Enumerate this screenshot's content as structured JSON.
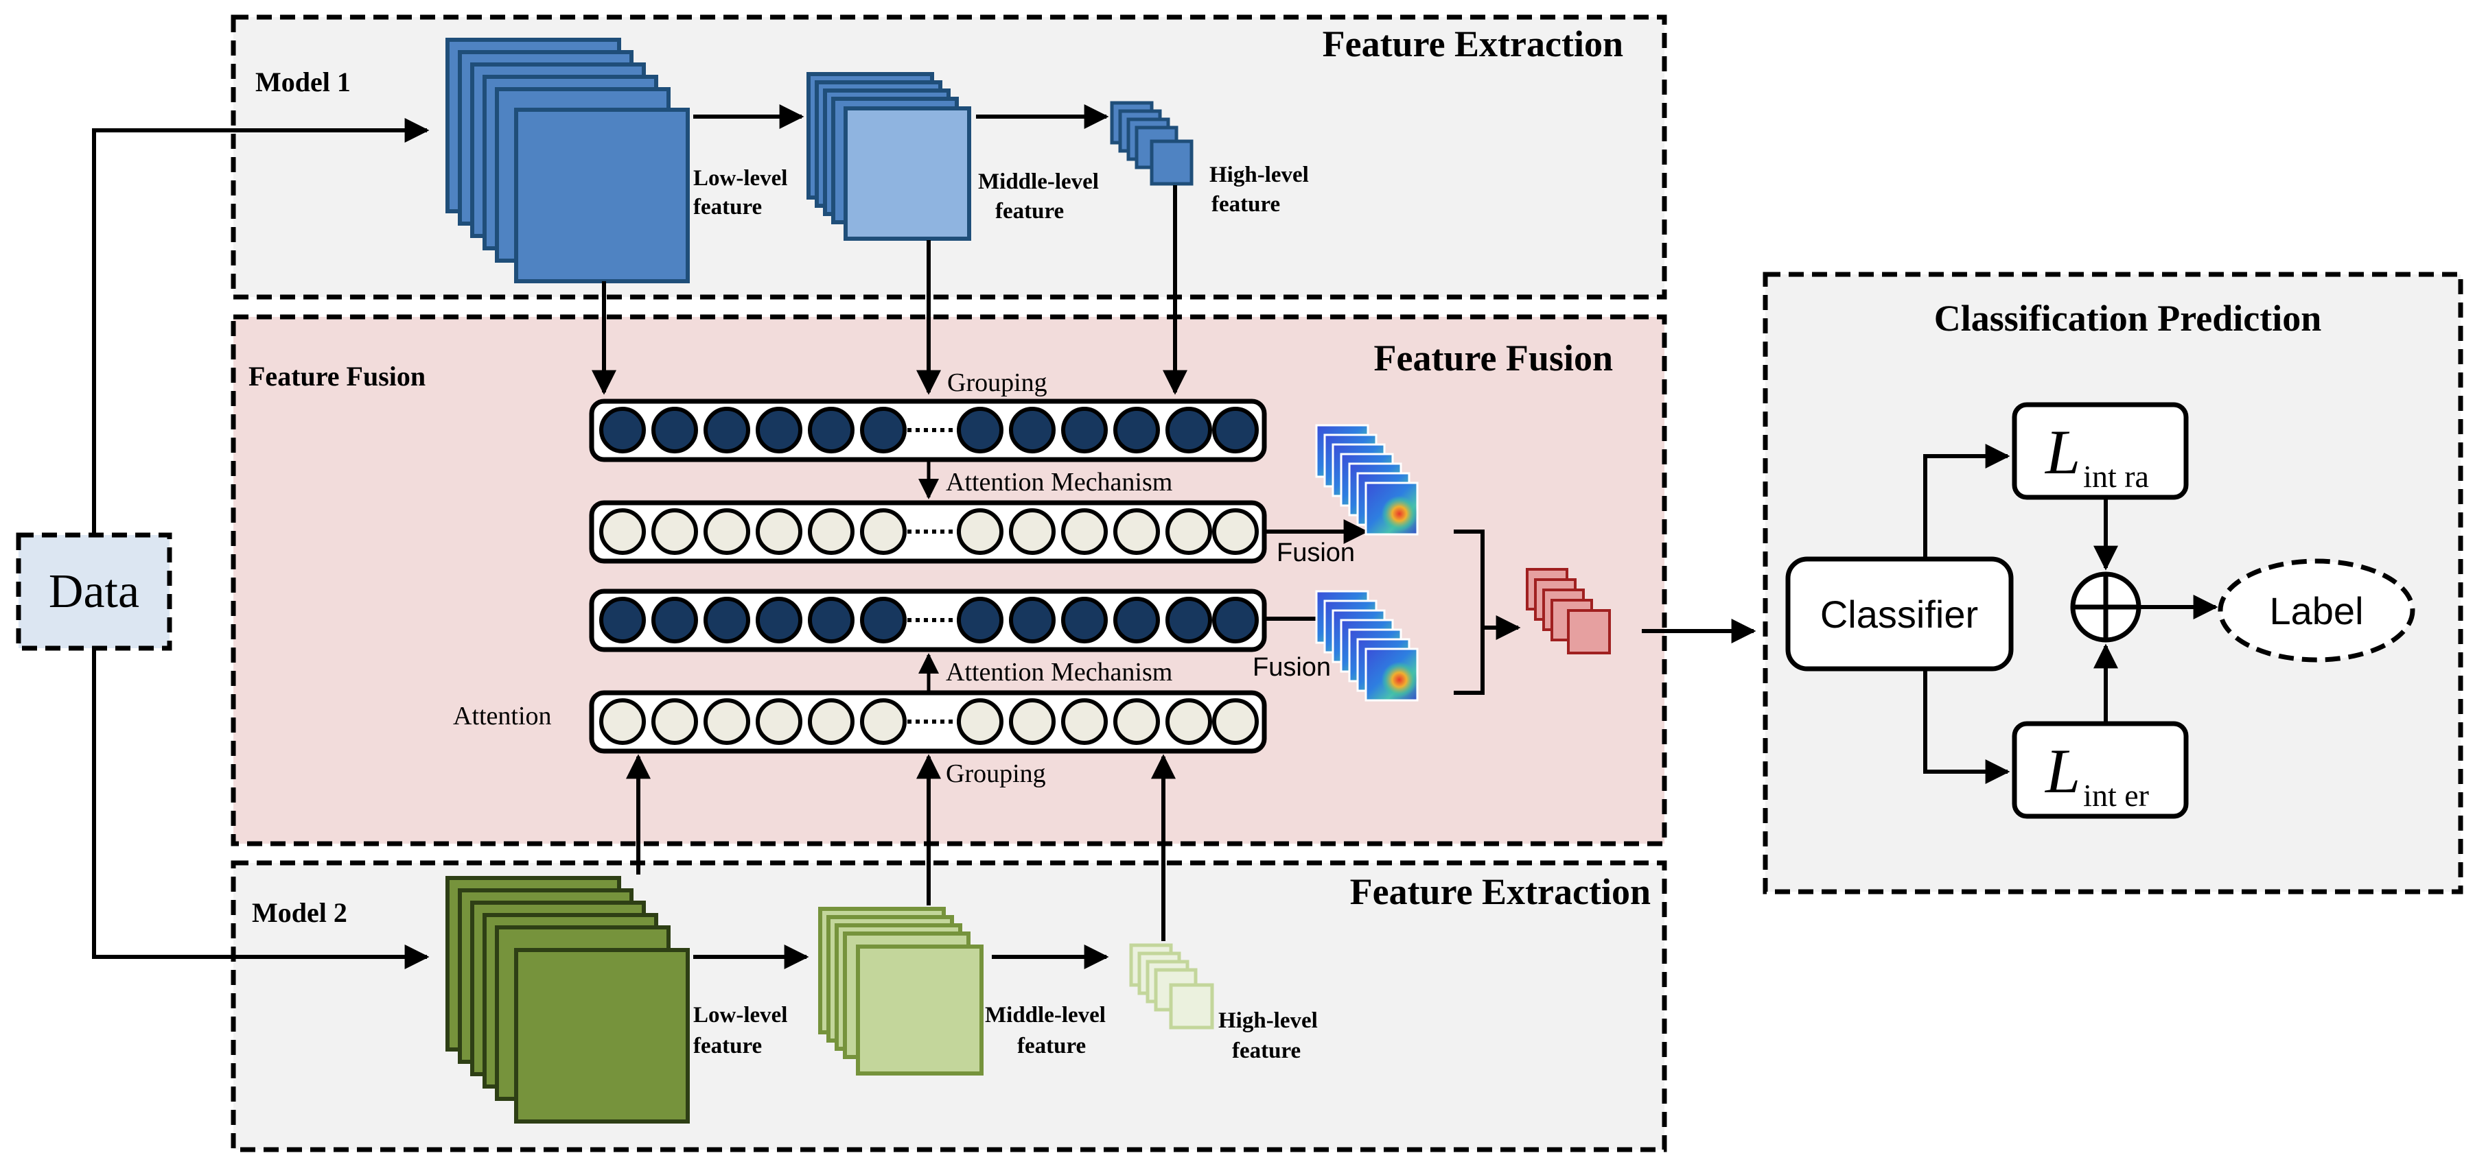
{
  "data_box": {
    "label": "Data"
  },
  "model1": {
    "section_title": "Feature Extraction",
    "model_label": "Model 1",
    "low_label_1": "Low-level",
    "low_label_2": "feature",
    "mid_label_1": "Middle-level",
    "mid_label_2": "feature",
    "high_label_1": "High-level",
    "high_label_2": "feature"
  },
  "fusion": {
    "section_title": "Feature Fusion",
    "left_title": "Feature Fusion",
    "grouping_top": "Grouping",
    "attention_mech_top": "Attention Mechanism",
    "attention_mech_bottom": "Attention Mechanism",
    "grouping_bottom": "Grouping",
    "attention_label": "Attention",
    "fusion_top": "Fusion",
    "fusion_bottom": "Fusion"
  },
  "model2": {
    "section_title": "Feature Extraction",
    "model_label": "Model 2",
    "low_label_1": "Low-level",
    "low_label_2": "feature",
    "mid_label_1": "Middle-level",
    "mid_label_2": "feature",
    "high_label_1": "High-level",
    "high_label_2": "feature"
  },
  "classification": {
    "title": "Classification  Prediction",
    "classifier": "Classifier",
    "loss_intra_main": "L",
    "loss_intra_sub": "int ra",
    "loss_inter_main": "L",
    "loss_inter_sub": "int er",
    "combine_symbol": "⊕",
    "label": "Label"
  },
  "colors": {
    "model1_dark": "#3b6fae",
    "model1_mid": "#4f83c2",
    "model1_light": "#8fb4e0",
    "model2_dark": "#4e6b27",
    "model2_mid": "#76933c",
    "model2_light": "#c3d69b",
    "model2_pale": "#ebf1de",
    "fusion_bg": "#f2dcdb",
    "section_bg": "#f2f2f2",
    "data_bg": "#dce6f2",
    "node_dark": "#17375e",
    "node_light": "#eeece1",
    "fused_red": "#e6a0a0"
  }
}
